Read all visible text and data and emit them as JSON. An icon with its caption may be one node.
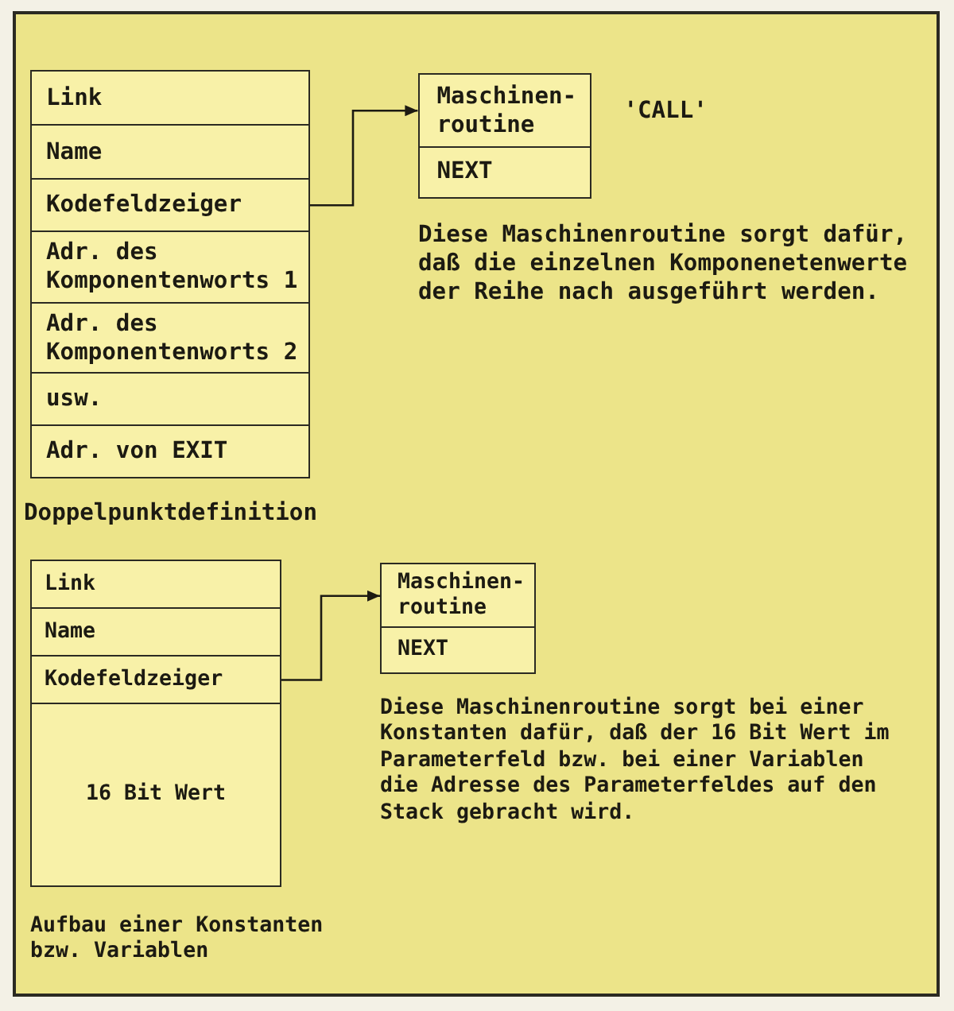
{
  "diagram": {
    "nodes": [
      {
        "text": [
          "Link"
        ]
      },
      {
        "text": [
          "Name"
        ]
      },
      {
        "text": [
          "Kodefeldzeiger"
        ]
      },
      {
        "text": [
          "Adr. des Komponentenworts 1"
        ]
      },
      {
        "text": [
          "Adr. des Komponentenworts 2"
        ]
      },
      {
        "text": [
          "usw."
        ]
      },
      {
        "text": [
          "Adr. von EXIT"
        ]
      },
      {
        "text": [
          "Maschinen- routine"
        ],
        "beside": [
          "'CALL'"
        ]
      },
      {
        "text": [
          "NEXT"
        ]
      },
      {
        "text": [
          "Link"
        ]
      },
      {
        "text": [
          "Name"
        ]
      },
      {
        "text": [
          "Kodefeldzeiger"
        ]
      },
      {
        "text": [
          "16 Bit Wert"
        ]
      },
      {
        "text": [
          "Maschinen- routine"
        ]
      },
      {
        "text": [
          "NEXT"
        ]
      }
    ],
    "edges": [
      {
        "from": 2,
        "to": 7,
        "arrow": "to"
      },
      {
        "from": 11,
        "to": 13,
        "arrow": "to"
      }
    ],
    "labels": [
      "Diese Maschinenroutine sorgt dafür, daß die einzelnen Komponenetenwerte der Reihe nach ausgeführt werden.",
      "Doppelpunktdefinition",
      "Diese Maschinenroutine sorgt bei einer Konstanten dafür, daß der 16 Bit Wert im Parameterfeld bzw. bei einer Variablen die Adresse des Parameterfeldes auf den Stack gebracht wird.",
      "Aufbau einer Konstanten bzw. Variablen"
    ]
  }
}
